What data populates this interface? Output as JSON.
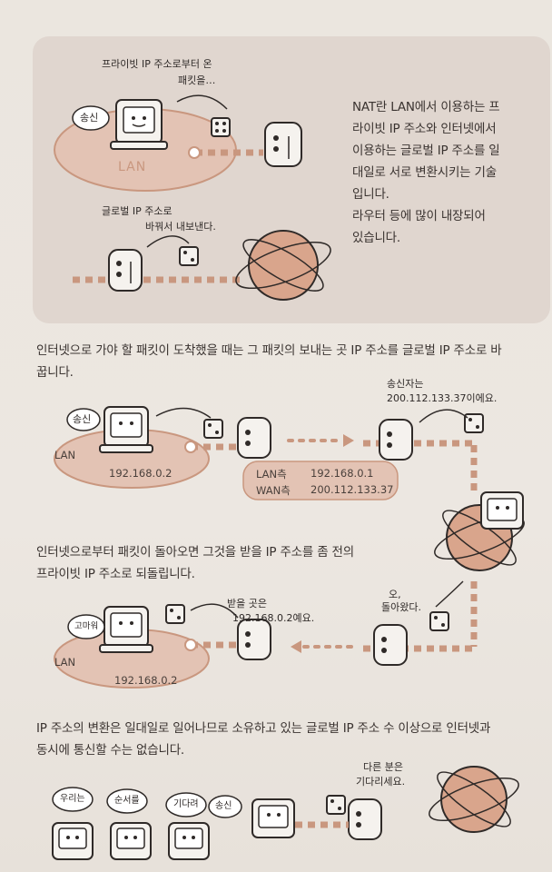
{
  "panel": {
    "bubble_private": "프라이빗 IP 주소로부터 온",
    "bubble_packet": "패킷을…",
    "speech_send": "송신",
    "lan_label": "LAN",
    "bubble_global_1": "글로벌 IP 주소로",
    "bubble_global_2": "바꿔서 내보낸다.",
    "description": [
      "NAT란 LAN에서 이용하는 프",
      "라이빗 IP 주소와 인터넷에서",
      "이용하는 글로벌 IP 주소를 일",
      "대일로 서로 변환시키는 기술",
      "입니다.",
      "라우터 등에 많이 내장되어",
      "있습니다."
    ]
  },
  "para1": [
    "인터넷으로 가야 할 패킷이 도착했을 때는 그 패킷의 보내는 곳 IP 주소를 글로벌 IP 주소로 바",
    "꿉니다."
  ],
  "diagram1": {
    "speech_send": "송신",
    "lan_label": "LAN",
    "pc_ip": "192.168.0.2",
    "sender_note_1": "송신자는",
    "sender_note_2": "200.112.133.37이에요.",
    "lan_side_label": "LAN측",
    "lan_side_ip": "192.168.0.1",
    "wan_side_label": "WAN측",
    "wan_side_ip": "200.112.133.37"
  },
  "para2": [
    "인터넷으로부터 패킷이 돌아오면 그것을 받을 IP 주소를 좀 전의",
    "프라이빗 IP 주소로 되돌립니다."
  ],
  "diagram2": {
    "speech_thanks": "고마워",
    "lan_label": "LAN",
    "pc_ip": "192.168.0.2",
    "dest_note_1": "받을 곳은",
    "dest_note_2": "192.168.0.2예요.",
    "returned_1": "오,",
    "returned_2": "돌아왔다."
  },
  "para3": [
    "IP 주소의 변환은 일대일로 일어나므로 소유하고 있는 글로벌 IP 주소 수 이상으로 인터넷과",
    "동시에 통신할 수는 없습니다."
  ],
  "diagram3": {
    "speech_us": "우리는",
    "speech_order": "순서를",
    "speech_wait": "기다려",
    "speech_send": "송신",
    "others_wait_1": "다른 분은",
    "others_wait_2": "기다리세요."
  },
  "colors": {
    "accent": "#c9977f",
    "lan_fill": "#e3c3b4",
    "globe": "#d9a58c",
    "ink": "#2f2a28"
  }
}
